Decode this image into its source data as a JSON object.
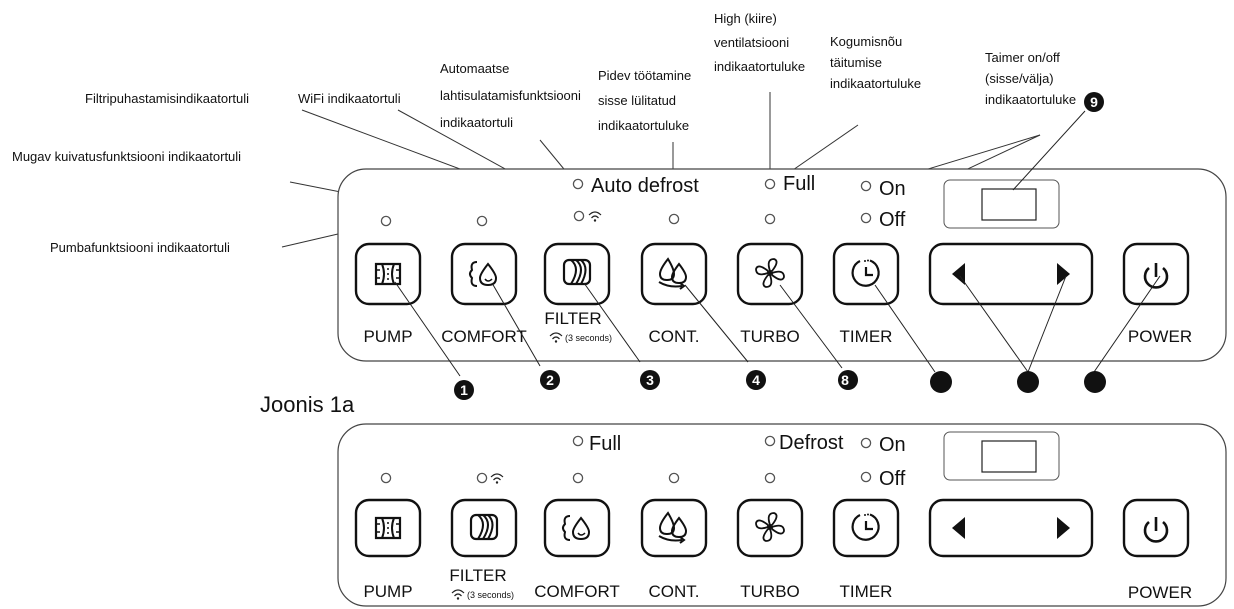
{
  "figure_label": "Joonis 1a",
  "callouts": {
    "pump": "Pumbafunktsiooni indikaatortuli",
    "comfort": "Mugav kuivatusfunktsiooni indikaatortuli",
    "filter": "Filtripuhastamisindikaatortuli",
    "wifi": "WiFi indikaatortuli",
    "autodefrost": [
      "Automaatse",
      "lahtisulatamisfunktsiooni",
      "indikaatortuli"
    ],
    "cont": [
      "Pidev töötamine",
      "sisse lülitatud",
      "indikaatortuluke"
    ],
    "turbo": [
      "High (kiire)",
      "ventilatsiooni",
      "indikaatortuluke"
    ],
    "full": [
      "Kogumisnõu",
      "täitumise",
      "indikaatortuluke"
    ],
    "timer": [
      "Taimer on/off",
      "(sisse/välja)",
      "indikaatortuluke"
    ]
  },
  "panel1": {
    "auto_defrost": "Auto defrost",
    "full": "Full",
    "on": "On",
    "off": "Off",
    "buttons": {
      "pump": "PUMP",
      "comfort": "COMFORT",
      "filter": "FILTER",
      "filter_sub": "(3 seconds)",
      "cont": "CONT.",
      "turbo": "TURBO",
      "timer": "TIMER",
      "power": "POWER"
    },
    "markers": [
      "1",
      "2",
      "3",
      "4",
      "8",
      "9"
    ]
  },
  "panel2": {
    "full": "Full",
    "defrost": "Defrost",
    "on": "On",
    "off": "Off",
    "buttons": {
      "pump": "PUMP",
      "filter": "FILTER",
      "filter_sub": "(3 seconds)",
      "comfort": "COMFORT",
      "cont": "CONT.",
      "turbo": "TURBO",
      "timer": "TIMER",
      "power": "POWER"
    }
  }
}
